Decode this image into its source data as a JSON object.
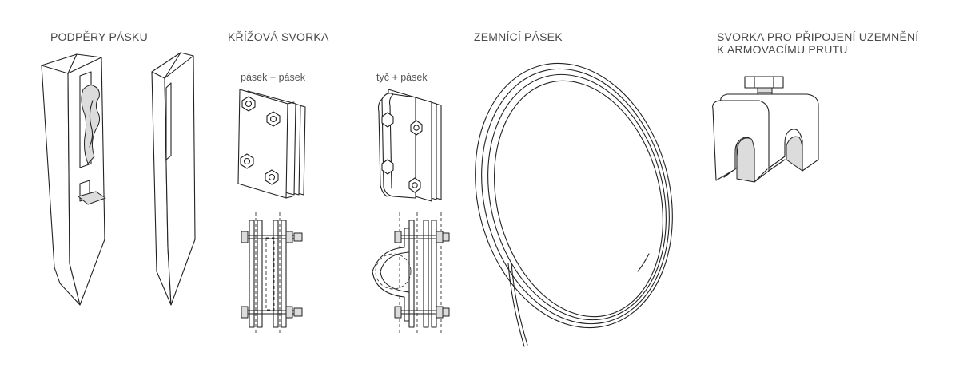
{
  "sections": {
    "supports": {
      "title": "PODPĚRY PÁSKU"
    },
    "cross_clamp": {
      "title": "KŘÍŽOVÁ SVORKA",
      "variant_strip_strip": "pásek + pásek",
      "variant_rod_strip": "tyč + pásek"
    },
    "earthing_strip": {
      "title": "ZEMNÍCÍ PÁSEK"
    },
    "rebar_clamp": {
      "title_line1": "SVORKA PRO PŘIPOJENÍ UZEMNĚNÍ",
      "title_line2": "K ARMOVACÍMU PRUTU"
    }
  }
}
